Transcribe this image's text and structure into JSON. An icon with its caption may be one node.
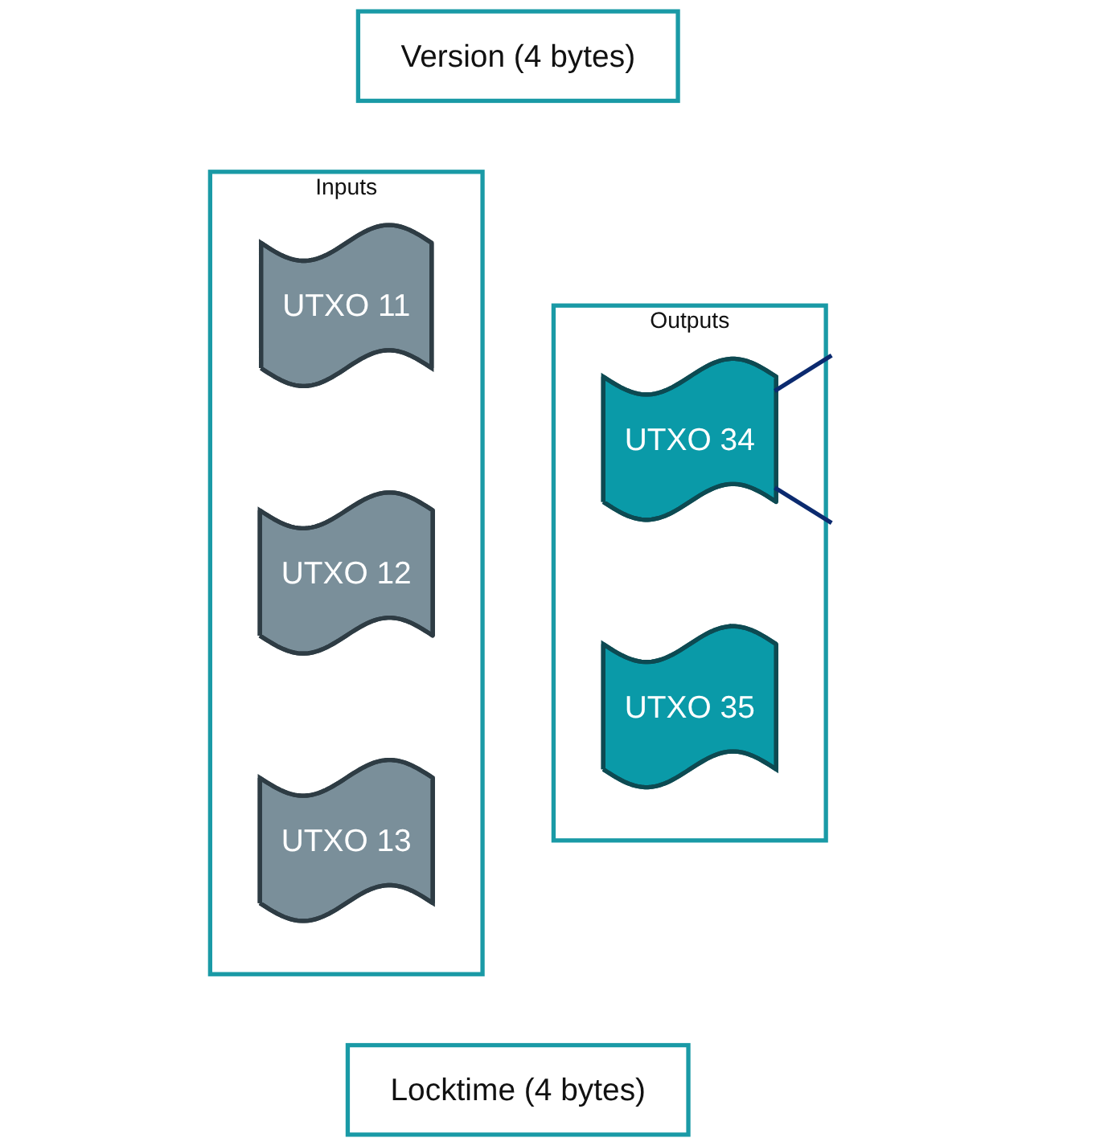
{
  "diagram": {
    "nodes": [
      {
        "text": [
          "Version (4 bytes)"
        ]
      },
      {
        "text": [
          "Inputs"
        ]
      },
      {
        "text": [
          "UTXO 11"
        ],
        "in": 1
      },
      {
        "text": [
          "UTXO 12"
        ],
        "in": 1
      },
      {
        "text": [
          "UTXO 13"
        ],
        "in": 1
      },
      {
        "text": [
          "Outputs"
        ]
      },
      {
        "text": [
          "UTXO 34"
        ],
        "in": 5
      },
      {
        "text": [
          "UTXO 35"
        ],
        "in": 5
      },
      {
        "text": [
          "Locktime (4 bytes)"
        ]
      }
    ],
    "edges": [
      {
        "from": 6,
        "to": null,
        "arrow": "none"
      },
      {
        "from": 6,
        "to": null,
        "arrow": "none"
      }
    ]
  }
}
